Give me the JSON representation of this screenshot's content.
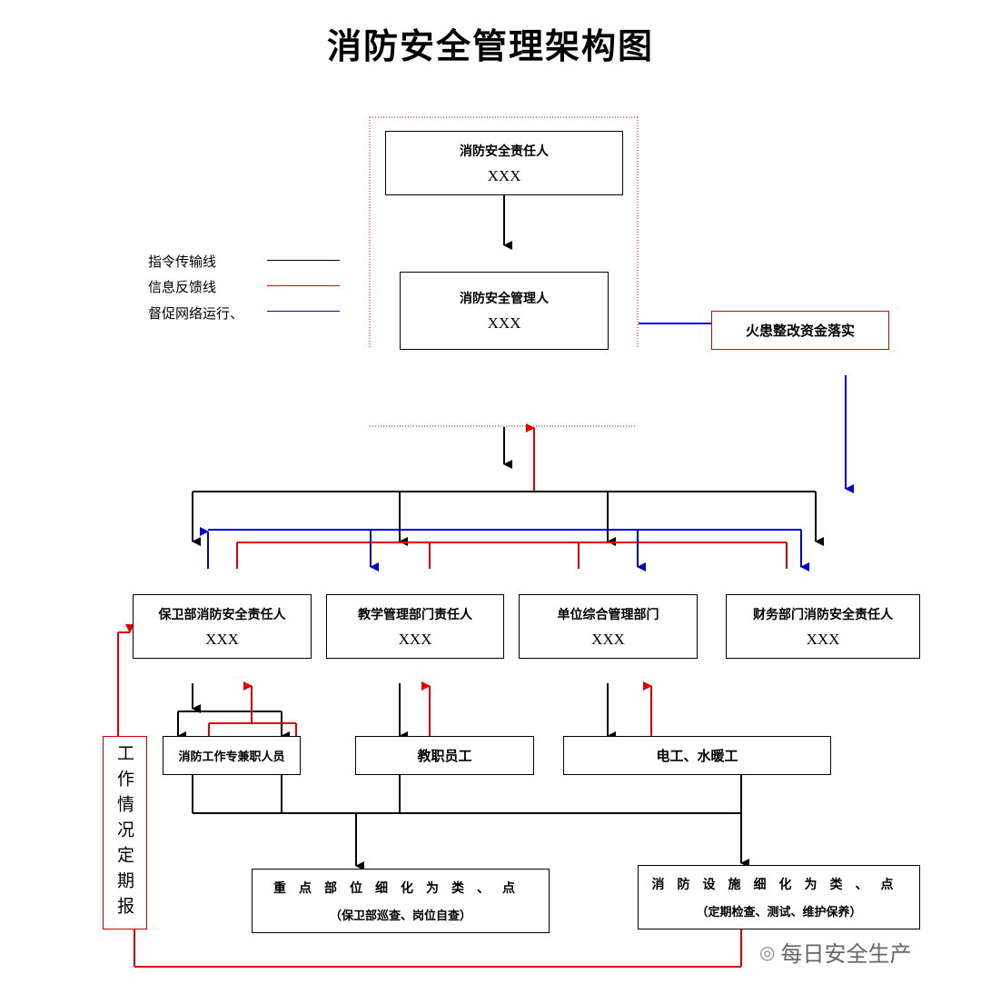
{
  "title": "消防安全管理架构图",
  "legend": {
    "instruction": "指令传输线",
    "feedback": "信息反馈线",
    "supervision": "督促网络运行、"
  },
  "colors": {
    "instruction": "#000000",
    "feedback": "#e00000",
    "supervision": "#0000cc"
  },
  "nodes": {
    "fire_safety_responsible": {
      "title": "消防安全责任人",
      "value": "XXX"
    },
    "fire_safety_manager": {
      "title": "消防安全管理人",
      "value": "XXX"
    },
    "hazard_fund": {
      "title": "火患整改资金落实"
    },
    "security_dept": {
      "title": "保卫部消防安全责任人",
      "value": "XXX"
    },
    "teaching_dept": {
      "title": "教学管理部门责任人",
      "value": "XXX"
    },
    "general_dept": {
      "title": "单位综合管理部门",
      "value": "XXX"
    },
    "finance_dept": {
      "title": "财务部门消防安全责任人",
      "value": "XXX"
    },
    "fire_staff": {
      "title": "消防工作专兼职人员"
    },
    "teaching_staff": {
      "title": "教职员工"
    },
    "electricians": {
      "title": "电工、水暖工"
    },
    "key_locations": {
      "title": "重点部位细化为类、点",
      "subtitle": "（保卫部巡查、岗位自查）"
    },
    "fire_facilities": {
      "title": "消防设施细化为类、点",
      "subtitle": "（定期检查、测试、维护保养）"
    },
    "work_report": {
      "title": "工作情况定期报"
    }
  },
  "watermark": "每日安全生产"
}
